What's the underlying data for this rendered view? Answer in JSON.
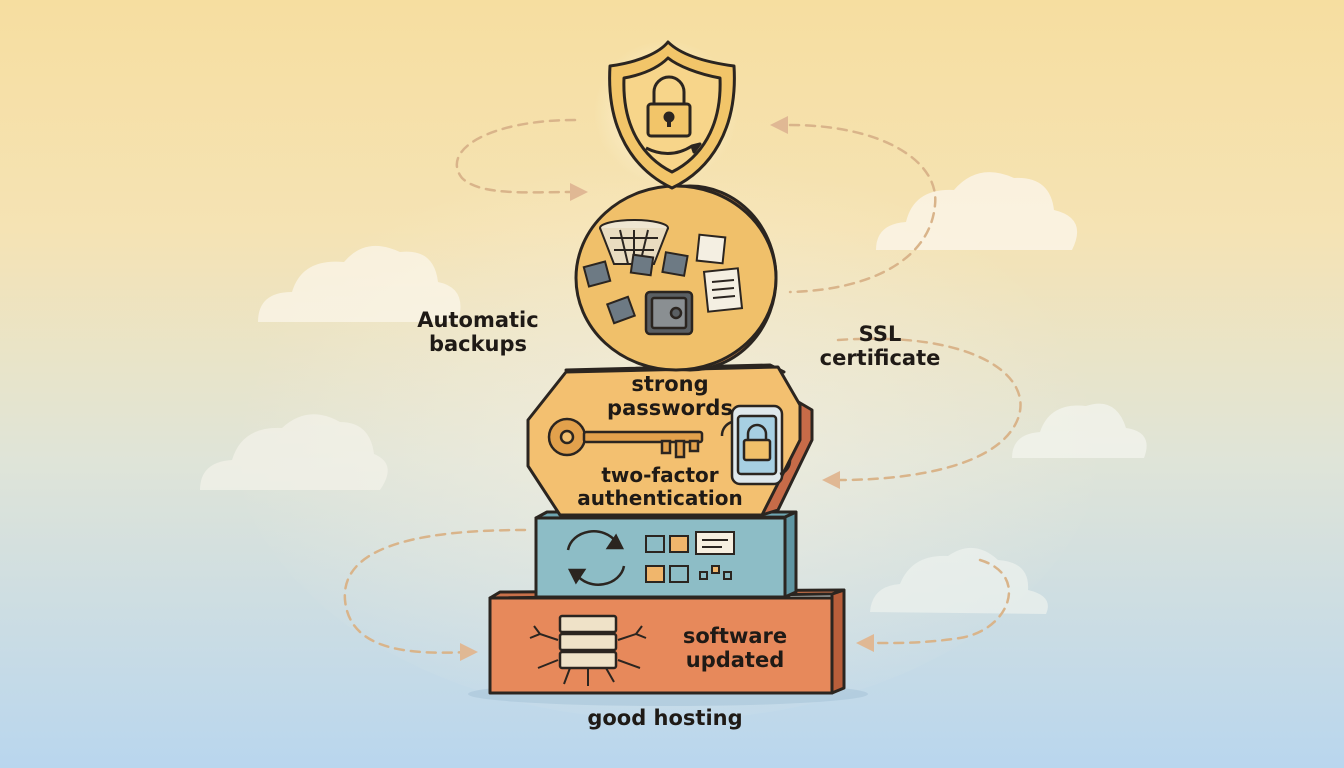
{
  "labels": {
    "automatic_backups": "Automatic backups",
    "ssl_certificate": "SSL certificate",
    "strong_passwords": "strong passwords",
    "two_factor": "two-factor authentication",
    "software_updated": "software updated",
    "good_hosting": "good hosting"
  },
  "icons": [
    "shield-lock-icon",
    "safe-icon",
    "document-icon",
    "basket-icon",
    "key-icon",
    "phone-lock-icon",
    "refresh-icon",
    "server-rack-icon"
  ],
  "colors": {
    "shield": "#f2c569",
    "backup_disc": "#f0c06a",
    "password_block": "#f3c070",
    "update_block": "#8dbdc6",
    "hosting_block": "#e7895b",
    "outline": "#2b2520",
    "dash": "#d9b48a"
  }
}
